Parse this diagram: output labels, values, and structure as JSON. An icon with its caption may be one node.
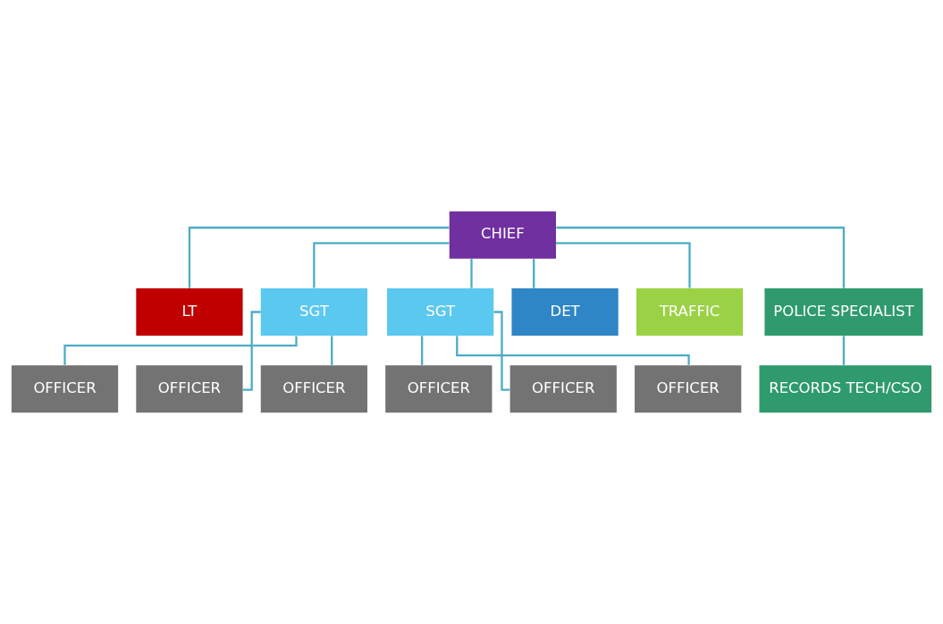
{
  "diagram": {
    "nodes": [
      {
        "text": [
          "CHIEF"
        ]
      },
      {
        "text": [
          "LT"
        ]
      },
      {
        "text": [
          "SGT"
        ]
      },
      {
        "text": [
          "SGT"
        ]
      },
      {
        "text": [
          "DET"
        ]
      },
      {
        "text": [
          "TRAFFIC"
        ]
      },
      {
        "text": [
          "POLICE SPECIALIST"
        ]
      },
      {
        "text": [
          "OFFICER"
        ]
      },
      {
        "text": [
          "OFFICER"
        ]
      },
      {
        "text": [
          "OFFICER"
        ]
      },
      {
        "text": [
          "OFFICER"
        ]
      },
      {
        "text": [
          "OFFICER"
        ]
      },
      {
        "text": [
          "OFFICER"
        ]
      },
      {
        "text": [
          "RECORDS TECH/CSO"
        ]
      }
    ],
    "edges": [
      {
        "from": 0,
        "to": 1,
        "arrow": "none"
      },
      {
        "from": 0,
        "to": 2,
        "arrow": "none"
      },
      {
        "from": 0,
        "to": 3,
        "arrow": "none"
      },
      {
        "from": 0,
        "to": 4,
        "arrow": "none"
      },
      {
        "from": 0,
        "to": 5,
        "arrow": "none"
      },
      {
        "from": 0,
        "to": 6,
        "arrow": "none"
      },
      {
        "from": 2,
        "to": 7,
        "arrow": "none"
      },
      {
        "from": 2,
        "to": 8,
        "arrow": "none"
      },
      {
        "from": 2,
        "to": 9,
        "arrow": "none"
      },
      {
        "from": 3,
        "to": 10,
        "arrow": "none"
      },
      {
        "from": 3,
        "to": 11,
        "arrow": "none"
      },
      {
        "from": 3,
        "to": 12,
        "arrow": "none"
      },
      {
        "from": 6,
        "to": 13,
        "arrow": "none"
      }
    ]
  }
}
